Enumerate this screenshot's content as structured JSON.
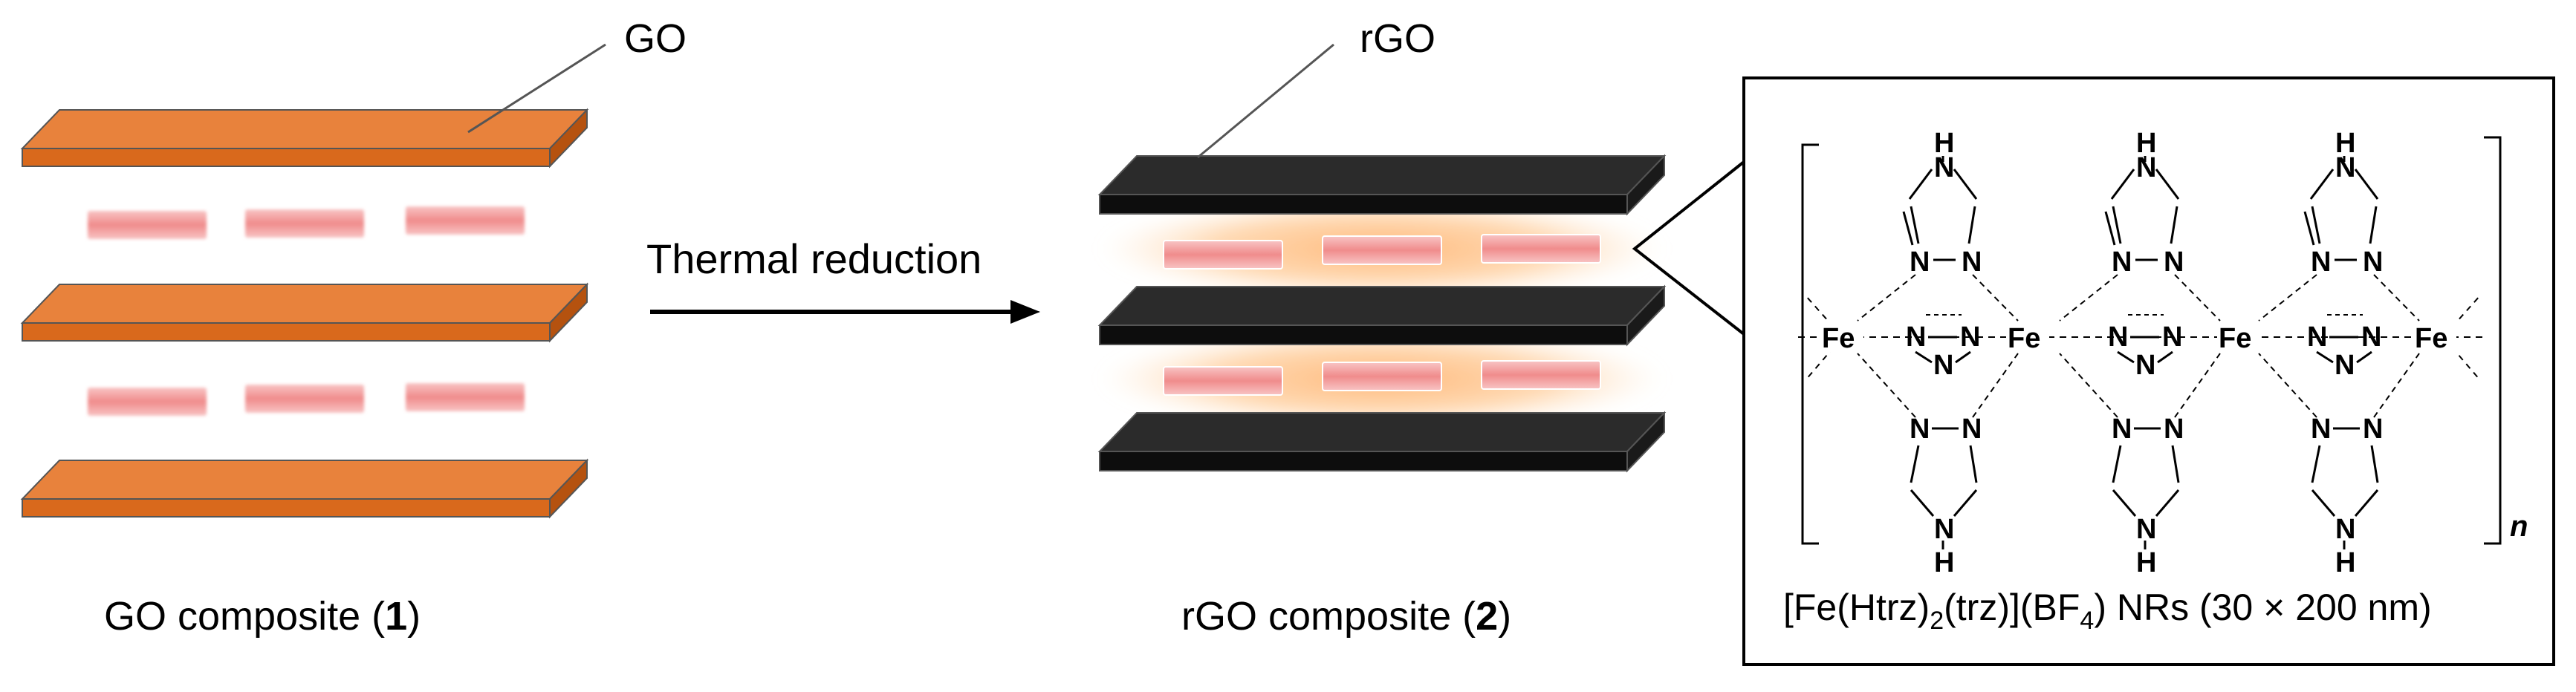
{
  "labels": {
    "go": "GO",
    "rgo": "rGO",
    "arrow": "Thermal reduction",
    "caption_left_pre": "GO composite (",
    "caption_left_num": "1",
    "caption_left_post": ")",
    "caption_mid_pre": "rGO composite (",
    "caption_mid_num": "2",
    "caption_mid_post": ")",
    "polymer_n": "n"
  },
  "formula": {
    "part1": "[Fe(Htrz)",
    "sub1": "2",
    "part2": "(trz)](BF",
    "sub2": "4",
    "part3": ") NRs (30 × 200 nm)"
  },
  "atoms": {
    "fe": "Fe",
    "n": "N",
    "h": "H"
  },
  "colors": {
    "go_sheet_top": "#E8823C",
    "go_sheet_front": "#D96A1E",
    "go_sheet_side": "#B85414",
    "rgo_sheet_top": "#2A2A2A",
    "rgo_sheet_front": "#0E0E0E",
    "nanorod": "#F4A6A6",
    "glow": "#FFB070"
  }
}
